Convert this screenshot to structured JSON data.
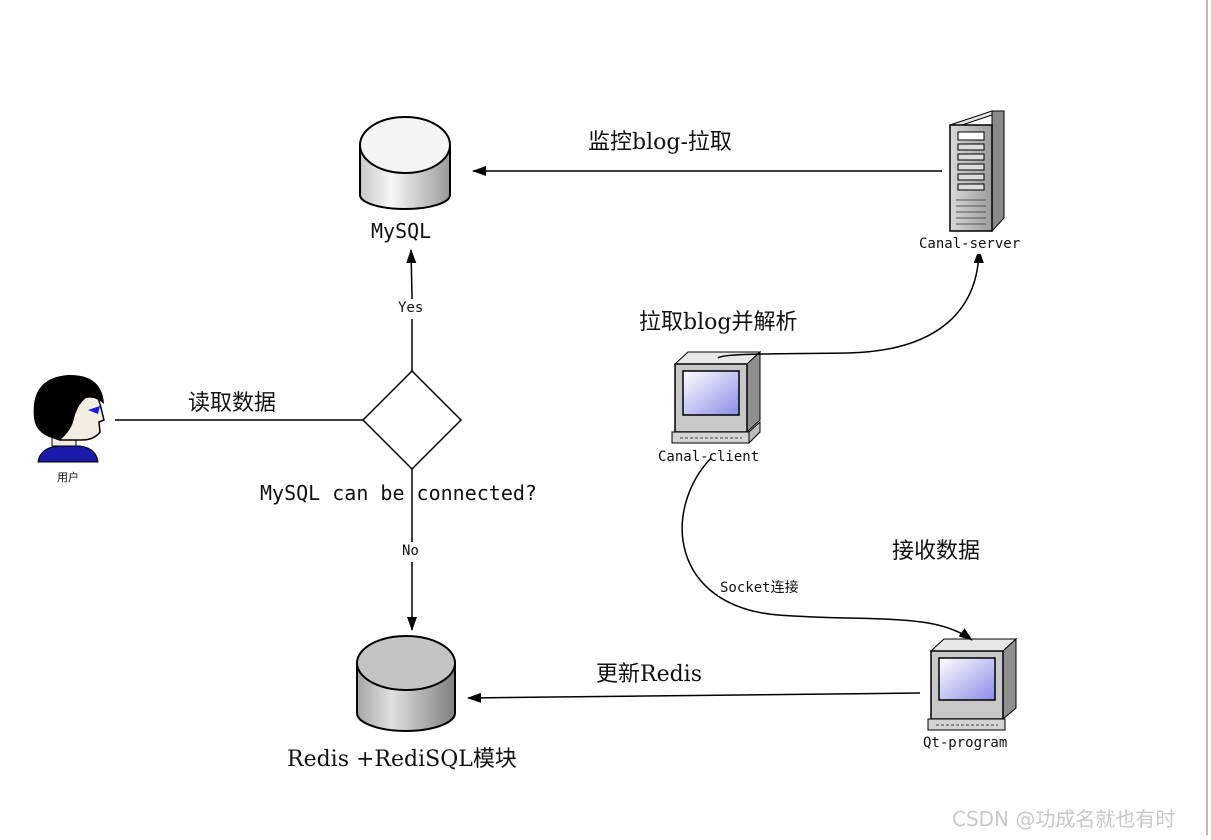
{
  "nodes": {
    "mysql": "MySQL",
    "canal_server": "Canal-server",
    "canal_client": "Canal-client",
    "qt_program": "Qt-program",
    "redis": "Redis +RediSQL模块",
    "user": "用户"
  },
  "decision": {
    "question": "MySQL can be connected?",
    "yes": "Yes",
    "no": "No"
  },
  "edges": {
    "monitor_binlog": "监控blog-拉取",
    "pull_parse": "拉取blog并解析",
    "read_data": "读取数据",
    "receive_data": "接收数据",
    "socket": "Socket连接",
    "update_redis": "更新Redis"
  },
  "watermark": "CSDN @功成名就也有时",
  "colors": {
    "stroke": "#000000",
    "cylinder_light": "#f2f2f2",
    "cylinder_gray": "#b8b8b8",
    "screen_blue": "#9c9cf0",
    "user_shirt": "#1a1aa8",
    "user_eye": "#1a1ae6"
  }
}
